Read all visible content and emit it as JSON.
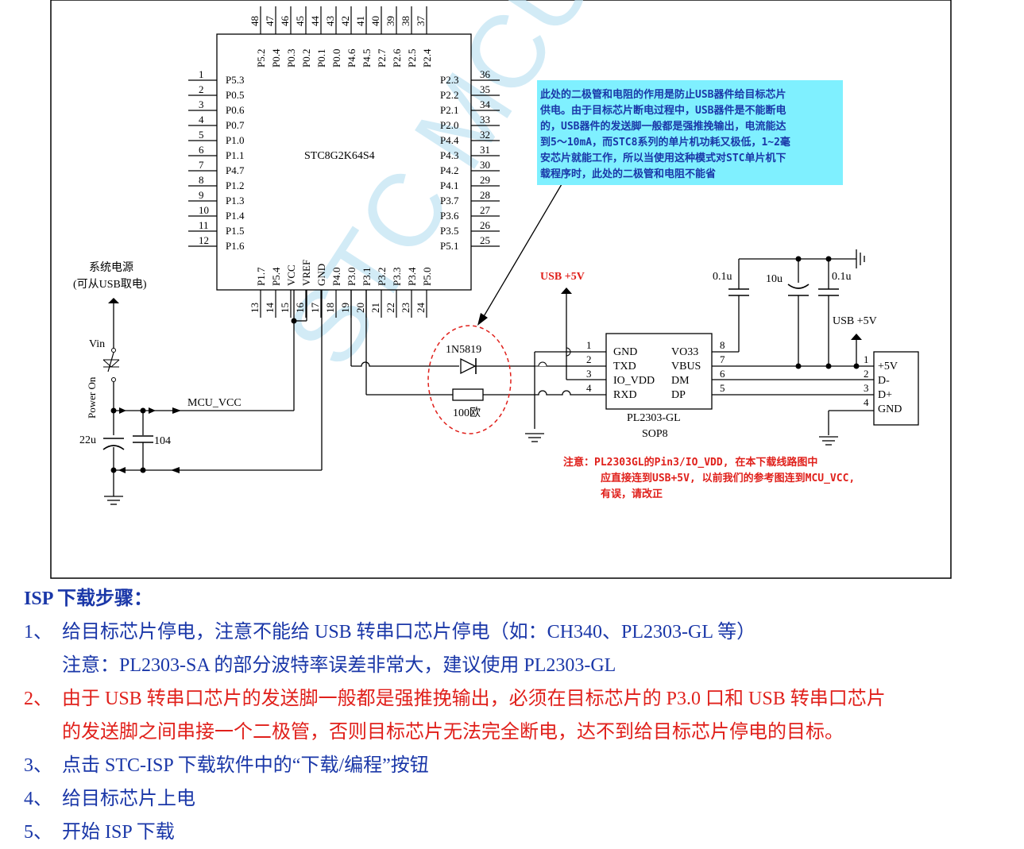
{
  "schematic": {
    "chip_name": "STC8G2K64S4",
    "left_pins": [
      {
        "num": "1",
        "name": "P5.3"
      },
      {
        "num": "2",
        "name": "P0.5"
      },
      {
        "num": "3",
        "name": "P0.6"
      },
      {
        "num": "4",
        "name": "P0.7"
      },
      {
        "num": "5",
        "name": "P1.0"
      },
      {
        "num": "6",
        "name": "P1.1"
      },
      {
        "num": "7",
        "name": "P4.7"
      },
      {
        "num": "8",
        "name": "P1.2"
      },
      {
        "num": "9",
        "name": "P1.3"
      },
      {
        "num": "10",
        "name": "P1.4"
      },
      {
        "num": "11",
        "name": "P1.5"
      },
      {
        "num": "12",
        "name": "P1.6"
      }
    ],
    "right_pins": [
      {
        "num": "36",
        "name": "P2.3"
      },
      {
        "num": "35",
        "name": "P2.2"
      },
      {
        "num": "34",
        "name": "P2.1"
      },
      {
        "num": "33",
        "name": "P2.0"
      },
      {
        "num": "32",
        "name": "P4.4"
      },
      {
        "num": "31",
        "name": "P4.3"
      },
      {
        "num": "30",
        "name": "P4.2"
      },
      {
        "num": "29",
        "name": "P4.1"
      },
      {
        "num": "28",
        "name": "P3.7"
      },
      {
        "num": "27",
        "name": "P3.6"
      },
      {
        "num": "26",
        "name": "P3.5"
      },
      {
        "num": "25",
        "name": "P5.1"
      }
    ],
    "top_pins": [
      {
        "num": "48",
        "name": "P5.2"
      },
      {
        "num": "47",
        "name": "P0.4"
      },
      {
        "num": "46",
        "name": "P0.3"
      },
      {
        "num": "45",
        "name": "P0.2"
      },
      {
        "num": "44",
        "name": "P0.1"
      },
      {
        "num": "43",
        "name": "P0.0"
      },
      {
        "num": "42",
        "name": "P4.6"
      },
      {
        "num": "41",
        "name": "P4.5"
      },
      {
        "num": "40",
        "name": "P2.7"
      },
      {
        "num": "39",
        "name": "P2.6"
      },
      {
        "num": "38",
        "name": "P2.5"
      },
      {
        "num": "37",
        "name": "P2.4"
      }
    ],
    "bottom_pins": [
      {
        "num": "13",
        "name": "P1.7"
      },
      {
        "num": "14",
        "name": "P5.4"
      },
      {
        "num": "15",
        "name": "VCC"
      },
      {
        "num": "16",
        "name": "VREF"
      },
      {
        "num": "17",
        "name": "GND"
      },
      {
        "num": "18",
        "name": "P4.0"
      },
      {
        "num": "19",
        "name": "P3.0"
      },
      {
        "num": "20",
        "name": "P3.1"
      },
      {
        "num": "21",
        "name": "P3.2"
      },
      {
        "num": "22",
        "name": "P3.3"
      },
      {
        "num": "23",
        "name": "P3.4"
      },
      {
        "num": "24",
        "name": "P5.0"
      }
    ],
    "power_source_label_1": "系统电源",
    "power_source_label_2": "(可从USB取电)",
    "vin_label": "Vin",
    "power_on_label": "Power On",
    "mcu_vcc_label": "MCU_VCC",
    "cap_22u_label": "22u",
    "cap_104_label": "104",
    "diode_label": "1N5819",
    "resistor_label": "100欧",
    "usb5v_red_label": "USB +5V",
    "usb5v_label": "USB +5V",
    "cap_01u_a": "0.1u",
    "cap_10u": "10u",
    "cap_01u_b": "0.1u",
    "pl2303_left_pins": [
      {
        "num": "1",
        "name": "GND"
      },
      {
        "num": "2",
        "name": "TXD"
      },
      {
        "num": "3",
        "name": "IO_VDD"
      },
      {
        "num": "4",
        "name": "RXD"
      }
    ],
    "pl2303_right_pins": [
      {
        "num": "8",
        "name": "VO33"
      },
      {
        "num": "7",
        "name": "VBUS"
      },
      {
        "num": "6",
        "name": "DM"
      },
      {
        "num": "5",
        "name": "DP"
      }
    ],
    "pl2303_name": "PL2303-GL",
    "pl2303_package": "SOP8",
    "usb_conn_pins": [
      {
        "num": "1",
        "name": "+5V"
      },
      {
        "num": "2",
        "name": "D-"
      },
      {
        "num": "3",
        "name": "D+"
      },
      {
        "num": "4",
        "name": "GND"
      }
    ],
    "cyan_note_lines": [
      "此处的二极管和电阻的作用是防止USB器件给目标芯片",
      "供电。由于目标芯片断电过程中，USB器件是不能断电",
      "的，USB器件的发送脚一般都是强推挽输出，电流能达",
      "到5～10mA，而STC8系列的单片机功耗又极低，1~2毫",
      "安芯片就能工作，所以当使用这种模式对STC单片机下",
      "载程序时，此处的二极管和电阻不能省"
    ],
    "red_note_lines": [
      "注意：PL2303GL的Pin3/IO_VDD, 在本下载线路图中",
      "应直接连到USB+5V, 以前我们的参考图连到MCU_VCC,",
      "有误，请改正"
    ],
    "watermark": "STC MCU",
    "colors": {
      "cyan_box": "#7ff0ff",
      "note_red": "#e0201b",
      "step_blue": "#1a37a8",
      "watermark": "#bfe3f3"
    }
  },
  "steps": {
    "heading": "ISP 下载步骤：",
    "items": [
      {
        "num": "1、",
        "text": "给目标芯片停电，注意不能给 USB 转串口芯片停电（如：CH340、PL2303-GL 等）"
      },
      {
        "num": "",
        "text": "注意：PL2303-SA 的部分波特率误差非常大，建议使用 PL2303-GL"
      },
      {
        "num": "2、",
        "text": "由于 USB 转串口芯片的发送脚一般都是强推挽输出，必须在目标芯片的 P3.0 口和 USB 转串口芯片"
      },
      {
        "num": "",
        "text": "的发送脚之间串接一个二极管，否则目标芯片无法完全断电，达不到给目标芯片停电的目标。"
      },
      {
        "num": "3、",
        "text": "点击 STC-ISP 下载软件中的“下载/编程”按钮"
      },
      {
        "num": "4、",
        "text": "给目标芯片上电"
      },
      {
        "num": "5、",
        "text": "开始 ISP 下载"
      }
    ]
  }
}
